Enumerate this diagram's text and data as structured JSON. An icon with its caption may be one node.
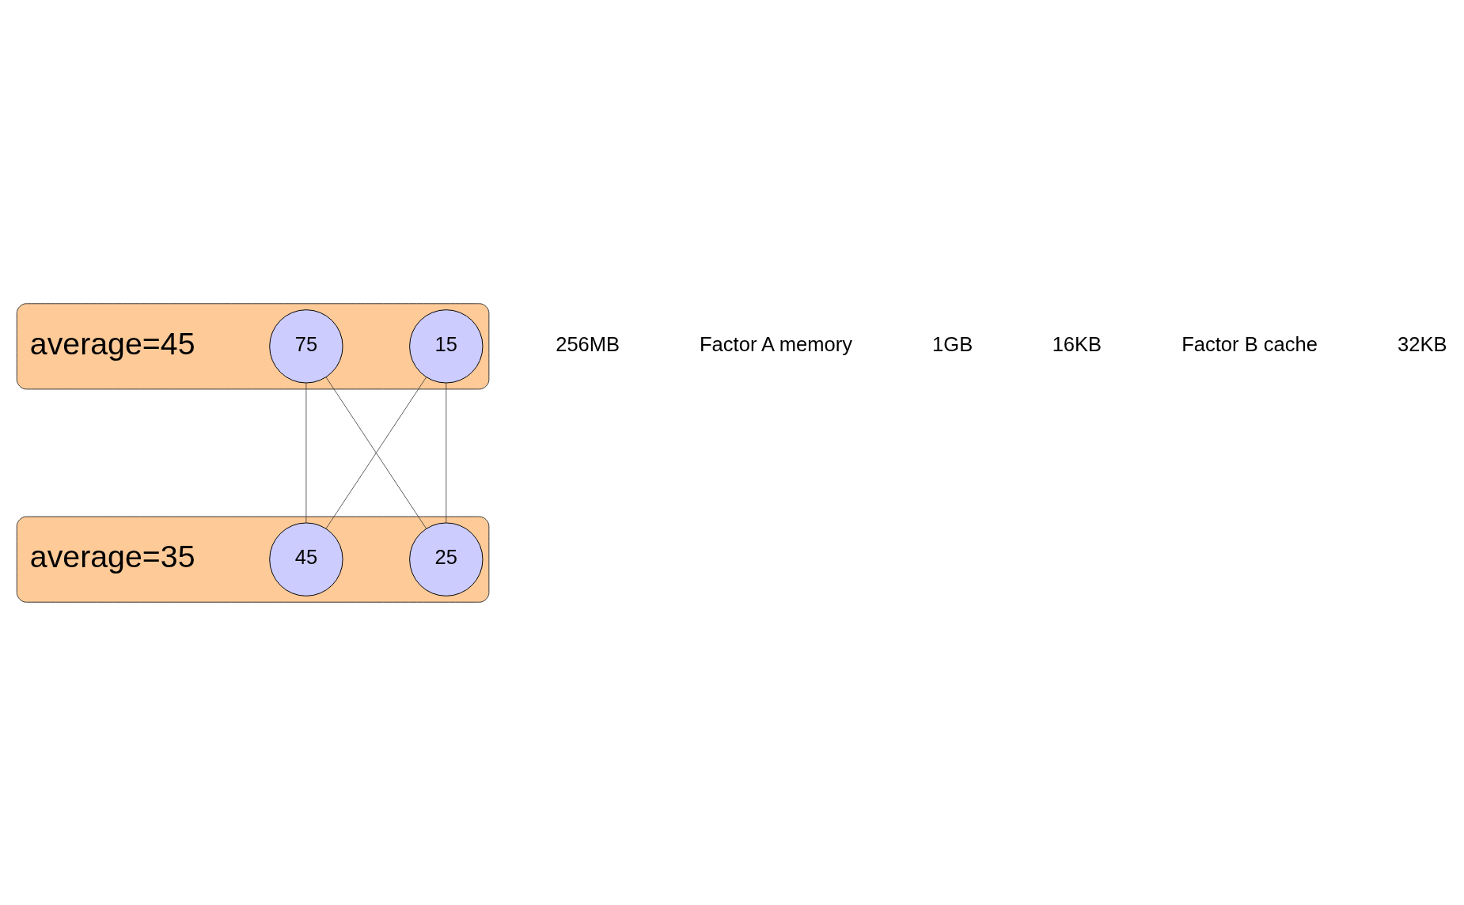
{
  "diagram": {
    "nodes": [
      {
        "text": [],
        "shape": "bar",
        "beside": [
          "average=45"
        ]
      },
      {
        "text": [
          "15"
        ],
        "in": 0
      },
      {
        "text": [],
        "shape": "bar",
        "beside": [
          "average=35"
        ]
      },
      {
        "text": [
          "45"
        ],
        "in": 2
      },
      {
        "text": [
          "25"
        ],
        "in": 2
      },
      {
        "text": [
          "75"
        ],
        "in": 0
      }
    ],
    "edges": [
      {
        "from": 1,
        "to": 3,
        "arrow": "none"
      },
      {
        "from": 1,
        "to": 4,
        "arrow": "none"
      },
      {
        "from": 3,
        "to": 5,
        "arrow": "none"
      },
      {
        "from": 4,
        "to": 5,
        "arrow": "none"
      }
    ],
    "labels": [
      "256MB",
      "Factor A memory",
      "1GB",
      "16KB",
      "Factor B cache",
      "32KB"
    ]
  }
}
